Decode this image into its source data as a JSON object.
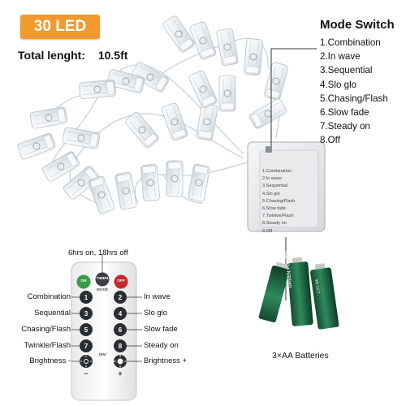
{
  "badge": {
    "text": "30 LED"
  },
  "length": {
    "label": "Total lenght:",
    "value": "10.5ft"
  },
  "mode_switch": {
    "title": "Mode Switch",
    "items": [
      "1.Combination",
      "2.In wave",
      "3.Sequential",
      "4.Slo glo",
      "5.Chasing/Flash",
      "6.Slow fade",
      "7.Steady on",
      "8.Off"
    ]
  },
  "battery_box": {
    "items": [
      "1.Combination",
      "2.In wave",
      "3.Sequential",
      "4.Slo glo",
      "5.Chasing/Flash",
      "6.Slow fade",
      "7.Twinkle/Flash",
      "8.Steady on",
      "9.Off"
    ]
  },
  "remote": {
    "timer_caption": "6hrs on, 18hrs off",
    "top_buttons": {
      "on": "ON",
      "timer": "TIMER",
      "off": "OFF"
    },
    "mode_label": "MODE",
    "dim_label": "DIM",
    "buttons": [
      "1",
      "2",
      "3",
      "4",
      "5",
      "6",
      "7",
      "8"
    ],
    "left_labels": [
      "Combination",
      "Sequential",
      "Chasing/Flash",
      "Twinkle/Flash",
      "Brightness -"
    ],
    "right_labels": [
      "In wave",
      "Slo glo",
      "Slow fade",
      "Steady on",
      "Brightness +"
    ],
    "minus": "−",
    "plus": "+"
  },
  "batteries": {
    "caption": "3×AA Batteries",
    "brand_text": "GREEN POWER",
    "brand_text_2": "1.5V AA"
  },
  "colors": {
    "badge": "#f29a2e",
    "on_button": "#3a9a4a",
    "off_button": "#c62a2a",
    "battery": "#1e6b45"
  }
}
